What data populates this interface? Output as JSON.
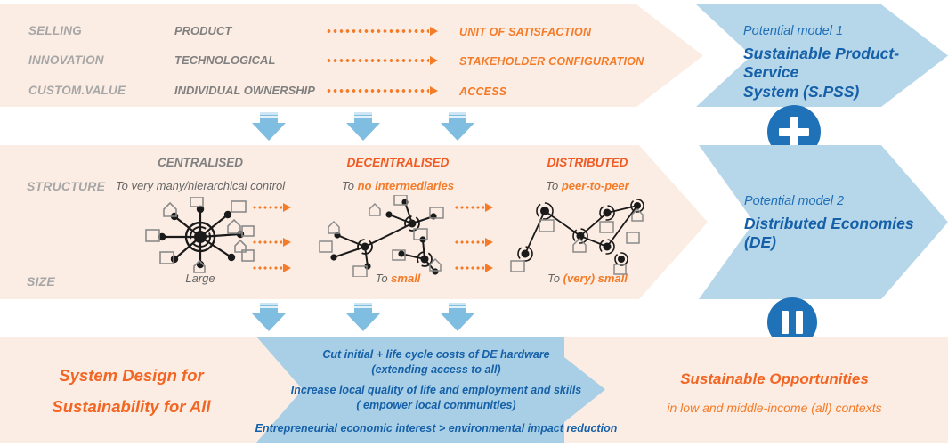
{
  "colors": {
    "peach": "#FCEDE4",
    "light_blue": "#B6D7EA",
    "blue_mid": "#A8CFE5",
    "arrow_blue": "#7FBEE0",
    "circle_blue": "#1F72B8",
    "orange": "#F26522",
    "orange_light": "#F47B28",
    "grey": "#A6A6A6",
    "text_blue": "#1560A8"
  },
  "band_top": {
    "rows": [
      {
        "category": "SELLING",
        "from": "PRODUCT",
        "to": "UNIT OF SATISFACTION"
      },
      {
        "category": "INNOVATION",
        "from": "TECHNOLOGICAL",
        "to": "STAKEHOLDER CONFIGURATION"
      },
      {
        "category": "CUSTOM.VALUE",
        "from": "INDIVIDUAL OWNERSHIP",
        "to": "ACCESS"
      }
    ],
    "model": {
      "pre": "Potential model 1",
      "line1": "Sustainable Product-Service",
      "line2": "System (S.PSS)"
    }
  },
  "operator_1": {
    "icon": "plus-icon",
    "symbol": "+"
  },
  "operator_2": {
    "icon": "equals-icon",
    "symbol": "="
  },
  "band_middle": {
    "row_labels": {
      "structure": "STRUCTURE",
      "size": "SIZE"
    },
    "columns": [
      {
        "title": "CENTRALISED",
        "title_color": "grey",
        "structure_prefix": "To very many/hierarchical control",
        "structure_highlight": "",
        "size_prefix": "Large",
        "size_highlight": "",
        "network": "centralised-network-icon"
      },
      {
        "title": "DECENTRALISED",
        "title_color": "orange",
        "structure_prefix": "To ",
        "structure_highlight": "no intermediaries",
        "size_prefix": "To ",
        "size_highlight": "small",
        "network": "decentralised-network-icon"
      },
      {
        "title": "DISTRIBUTED",
        "title_color": "orange",
        "structure_prefix": "To ",
        "structure_highlight": "peer-to-peer",
        "size_prefix": "To ",
        "size_highlight": "(very) small",
        "network": "distributed-network-icon"
      }
    ],
    "model": {
      "pre": "Potential model 2",
      "line1": "Distributed Economies",
      "line2": "(DE)"
    }
  },
  "band_bottom": {
    "left_title_line1": "System Design for",
    "left_title_line2": "Sustainability for All",
    "bullets": [
      {
        "line1": "Cut initial  + life cycle costs of DE hardware",
        "line2": "(extending access to all)"
      },
      {
        "line1": "Increase local quality of life and employment and skills",
        "line2": "( empower local communities)"
      },
      {
        "line1": "Entrepreneurial economic interest > environmental impact reduction",
        "line2": ""
      }
    ],
    "right_title": "Sustainable Opportunities",
    "right_sub": "in low and middle-income (all) contexts"
  }
}
